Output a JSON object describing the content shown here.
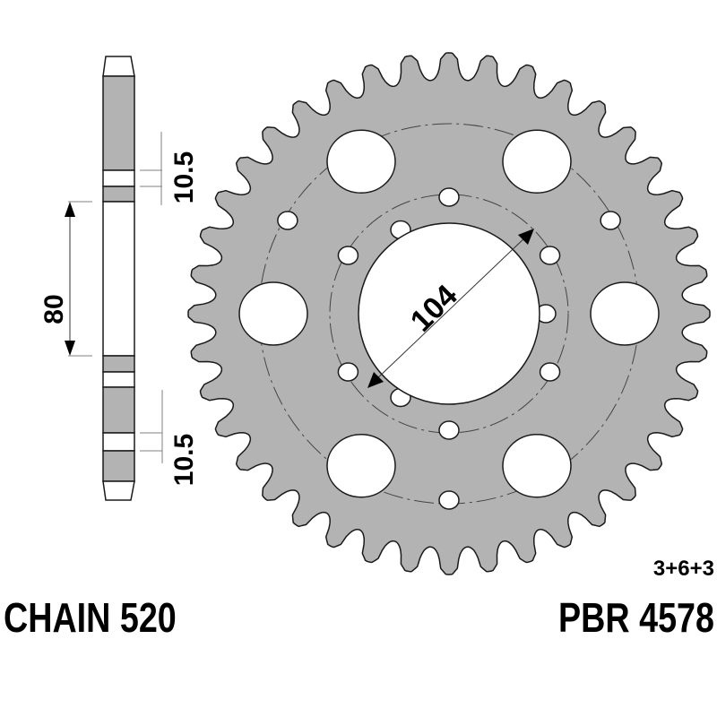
{
  "drawing": {
    "chain_label": "CHAIN 520",
    "part_number": "PBR 4578",
    "hole_pattern": "3+6+3",
    "bore_diameter": "104",
    "bolt_offset_top": "10.5",
    "bolt_offset_bottom": "10.5",
    "side_dimension": "80",
    "teeth": 40
  },
  "colors": {
    "fill": "#b3b3b3",
    "stroke": "#1a1a1a",
    "dim_line": "#808080"
  }
}
